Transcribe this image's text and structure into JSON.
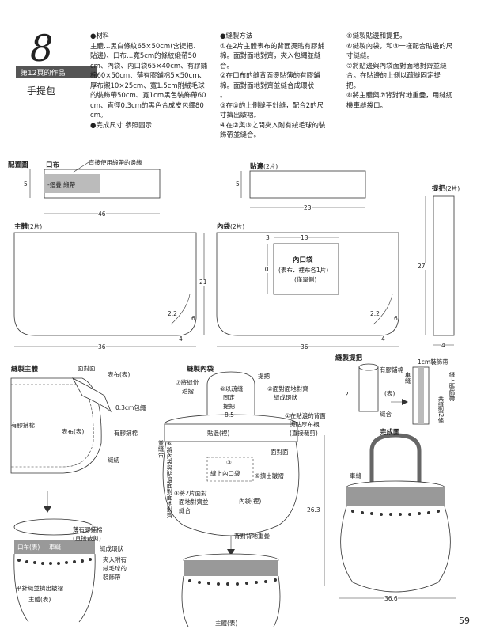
{
  "header": {
    "number": "8",
    "bar_label": "第12頁的作品",
    "title": "手提包"
  },
  "materials": {
    "heading": "●材料",
    "lines": [
      "主體…黑白條紋65×50cm(含提把、",
      "貼邊)、口布…寬5cm的條紋緞帶50",
      "cm、內袋、內口袋65×40cm、有膠鋪",
      "棉60×50cm、薄有膠鋪棉5×50cm、",
      "厚布襯10×25cm、寬1.5cm附絨毛球",
      "的裝飾帶50cm、寬1cm黑色裝飾帶60",
      "cm、直徑0.3cm的黑色合成皮包繩80",
      "cm。"
    ],
    "size_note": "●完成尺寸 參照圖示"
  },
  "method": {
    "heading": "●縫製方法",
    "col1": [
      "①在2片主體表布的背面燙貼有膠鋪",
      "棉。面對面地對齊，夾入包繩並縫",
      "合。",
      "②在口布的縫背面燙貼薄的有膠鋪",
      "棉。面對面地對齊並縫合成環狀",
      "。",
      "③在①的上側縫平針縫，配合2的尺",
      "寸擠出皺褶。",
      "④在②與③之間夾入附有絨毛球的裝",
      "飾帶並縫合。"
    ],
    "col2": [
      "⑤縫製貼邊和提把。",
      "⑥縫製內袋，和③一樣配合貼邊的尺",
      "寸縫縫。",
      "⑦將貼邊與內袋面對面地對齊並縫",
      "合。在貼邊的上側以疏縫固定提",
      "把。",
      "⑧將主體與⑦背對背地重疊，用縫紉",
      "機車縫袋口。"
    ]
  },
  "layout": {
    "heading": "配置圖",
    "kobu_label": "口布",
    "kobu_note": "直接使用緞帶的邊緣",
    "kobu_inner": "-摺疊 緞帶",
    "kobu_h": "5",
    "kobu_w": "46",
    "hem_label": "貼邊",
    "hem_count": "(2片)",
    "hem_h": "5",
    "hem_w": "23",
    "handle_label": "提把",
    "handle_count": "(2片)",
    "handle_h": "27",
    "handle_w": "4",
    "body_label": "主體",
    "body_count": "(2片)",
    "body_h": "21",
    "body_w": "36",
    "body_c1": "2.2",
    "body_c2": "6",
    "body_c3": "4",
    "lining_label": "內袋",
    "lining_count": "(2片)",
    "lining_w": "36",
    "lining_3": "3",
    "lining_13": "13",
    "lining_10": "10",
    "lining_c1": "2.2",
    "lining_c2": "6",
    "lining_c3": "4",
    "pocket_label": "內口袋",
    "pocket_sub": "(表布．裡布各1片)",
    "pocket_sub2": "(僅單側)"
  },
  "sew_body": {
    "heading": "縫製主體",
    "face": "面對面",
    "outer_label": "表布(表)",
    "cord": "0.3cm包繩",
    "wadding": "有膠鋪棉",
    "wadding_left": "有膠鋪棉",
    "outer_inner": "表布(表)",
    "stitch": "縫紉"
  },
  "sew_lining": {
    "heading": "縫製內袋",
    "handle": "提把",
    "step7": "⑦將縫份",
    "step7b": "返摺",
    "step8": "⑧以疏縫",
    "step8b": "固定",
    "step8c": "提把",
    "step2": "②面對面地對齊",
    "step2b": "縫成環狀",
    "dim85": "8.5",
    "step1": "①在貼邊的背面",
    "step1b": "燙貼厚布襯",
    "step1c": "(直接裁剪)",
    "hem_back": "貼邊(裡)",
    "face": "面對面",
    "step6": "⑥將內袋與貼邊面對面地對齊並縫合",
    "step3": "③",
    "step3b": "縫上內口袋",
    "step5": "⑤擠出皺褶",
    "step4": "④將2片面對",
    "step4b": "面地對齊並",
    "step4c": "縫合",
    "lining_back": "內袋(裡)"
  },
  "sew_handle": {
    "heading": "縫製提把",
    "wadding": "有膠鋪棉",
    "dim2": "2",
    "face_label": "(表)",
    "stitch": "縫合",
    "deco": "1cm裝飾帶",
    "machine": "車縫",
    "attach": "縫上裝飾帶",
    "both": "共縫製2條"
  },
  "sew_assemble": {
    "wadding_thin": "薄有膠鋪棉",
    "direct": "(直接裁剪)",
    "ring": "縫成環狀",
    "kobu": "口布(表)",
    "machine": "車縫",
    "insert1": "夾入附有",
    "insert2": "絨毛球的",
    "insert3": "裝飾帶",
    "gather": "平針縫並擠出皺褶",
    "body_outer": "主體(表)"
  },
  "back_to_back": {
    "label": "背對背地重疊",
    "body_outer": "主體(表)"
  },
  "finished": {
    "heading": "完成圖",
    "machine": "車縫",
    "height": "26.3",
    "width": "36.6"
  },
  "page_number": "59"
}
